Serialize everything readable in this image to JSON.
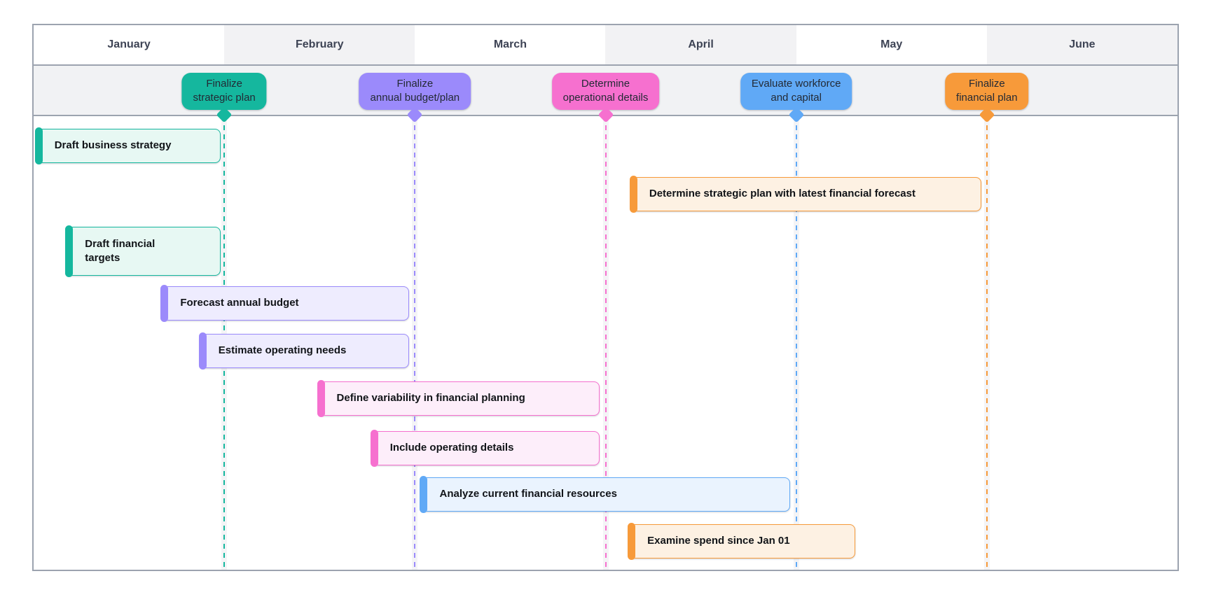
{
  "colors": {
    "frame_border": "#9ca3af",
    "month_text": "#3d4354",
    "shaded_column_bg": "#f2f2f4",
    "milestone_band_bg": "#f1f2f4",
    "task_text": "#111418",
    "pill_text": "#232a35"
  },
  "themes": {
    "teal": {
      "accent": "#15b79e",
      "fill": "#e7f8f3"
    },
    "purple": {
      "accent": "#9b8afb",
      "fill": "#eeecfe"
    },
    "pink": {
      "accent": "#f670cf",
      "fill": "#fdeefa"
    },
    "blue": {
      "accent": "#60a9f6",
      "fill": "#eaf3fe"
    },
    "orange": {
      "accent": "#f79a3a",
      "fill": "#fdf1e3"
    }
  },
  "chart_data": {
    "type": "gantt",
    "x_axis": {
      "unit": "month",
      "categories": [
        "January",
        "February",
        "March",
        "April",
        "May",
        "June"
      ],
      "range": [
        0,
        6
      ],
      "shaded_months": [
        "February",
        "April",
        "June"
      ]
    },
    "milestones": [
      {
        "label": "Finalize strategic plan",
        "lines": [
          "Finalize",
          "strategic plan"
        ],
        "theme": "teal",
        "month_boundary": 1
      },
      {
        "label": "Finalize annual budget/plan",
        "lines": [
          "Finalize",
          "annual budget/plan"
        ],
        "theme": "purple",
        "month_boundary": 2
      },
      {
        "label": "Determine operational details",
        "lines": [
          "Determine",
          "operational details"
        ],
        "theme": "pink",
        "month_boundary": 3
      },
      {
        "label": "Evaluate workforce and capital",
        "lines": [
          "Evaluate workforce",
          "and capital"
        ],
        "theme": "blue",
        "month_boundary": 4
      },
      {
        "label": "Finalize financial plan",
        "lines": [
          "Finalize",
          "financial plan"
        ],
        "theme": "orange",
        "month_boundary": 5
      }
    ],
    "tasks": [
      {
        "label": "Draft business strategy",
        "lines": [
          "Draft business strategy"
        ],
        "theme": "teal",
        "row": 1,
        "start": 0.01,
        "end": 0.98
      },
      {
        "label": "Determine strategic plan with latest financial forecast",
        "lines": [
          "Determine strategic plan with latest financial forecast"
        ],
        "theme": "orange",
        "row": 2,
        "start": 3.13,
        "end": 4.97
      },
      {
        "label": "Draft financial targets",
        "lines": [
          "Draft financial",
          "targets"
        ],
        "theme": "teal",
        "row": 3,
        "start": 0.17,
        "end": 0.98
      },
      {
        "label": "Forecast annual budget",
        "lines": [
          "Forecast annual budget"
        ],
        "theme": "purple",
        "row": 4,
        "start": 0.67,
        "end": 1.97
      },
      {
        "label": "Estimate operating needs",
        "lines": [
          "Estimate operating needs"
        ],
        "theme": "purple",
        "row": 5,
        "start": 0.87,
        "end": 1.97
      },
      {
        "label": "Define variability in financial planning",
        "lines": [
          "Define variability in financial planning"
        ],
        "theme": "pink",
        "row": 6,
        "start": 1.49,
        "end": 2.97
      },
      {
        "label": "Include operating details",
        "lines": [
          "Include operating details"
        ],
        "theme": "pink",
        "row": 7,
        "start": 1.77,
        "end": 2.97
      },
      {
        "label": "Analyze current financial resources",
        "lines": [
          "Analyze current financial resources"
        ],
        "theme": "blue",
        "row": 8,
        "start": 2.03,
        "end": 3.97
      },
      {
        "label": "Examine spend since Jan 01",
        "lines": [
          "Examine spend since Jan 01"
        ],
        "theme": "orange",
        "row": 9,
        "start": 3.12,
        "end": 4.31
      }
    ]
  }
}
